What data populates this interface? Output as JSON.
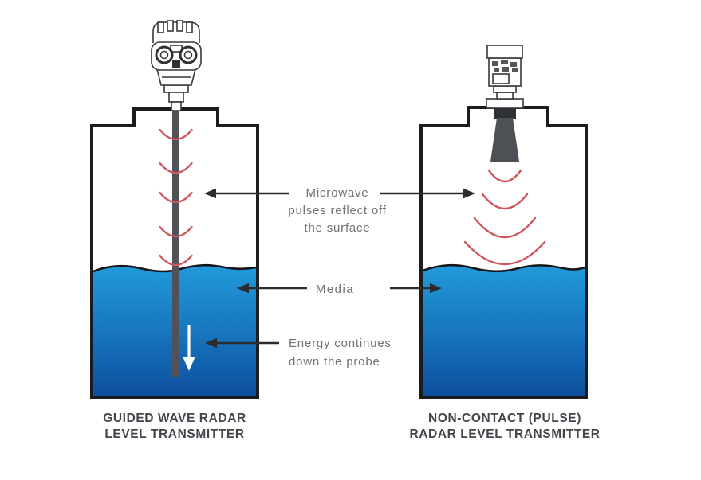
{
  "labels": {
    "microwave": {
      "line1": "Microwave",
      "line2": "pulses reflect off",
      "line3": "the surface"
    },
    "media": {
      "text": "Media"
    },
    "energy": {
      "line1": "Energy continues",
      "line2": "down the probe"
    }
  },
  "captions": {
    "left": {
      "line1": "GUIDED WAVE RADAR",
      "line2": "LEVEL TRANSMITTER"
    },
    "right": {
      "line1": "NON-CONTACT (PULSE)",
      "line2": "RADAR LEVEL TRANSMITTER"
    }
  },
  "colors": {
    "background": "#ffffff",
    "tank_outline": "#1b1c1e",
    "liquid_top": "#219ad9",
    "liquid_mid": "#1877bf",
    "liquid_bottom": "#0d4f9d",
    "surface_line": "#15161a",
    "wave_red": "#cf565e",
    "probe_gray": "#515257",
    "horn_gray": "#4d5156",
    "hardware_stroke": "#36373b",
    "arrow_black": "#2b2c2e",
    "energy_arrow_white": "#ffffff",
    "label_text": "#717278",
    "caption_text": "#43454c"
  },
  "icons": {
    "left_transmitter": "guided-wave-radar-transmitter-head",
    "right_transmitter": "non-contact-radar-transmitter-horn",
    "left_wave_arcs": "microwave-pulse-arcs-on-probe",
    "right_wave_arcs": "radar-pulse-arcs",
    "down_arrow": "energy-down-arrow"
  },
  "diagram_meta": {
    "left_tank_arc_count": 5,
    "right_tank_arc_count": 4
  }
}
